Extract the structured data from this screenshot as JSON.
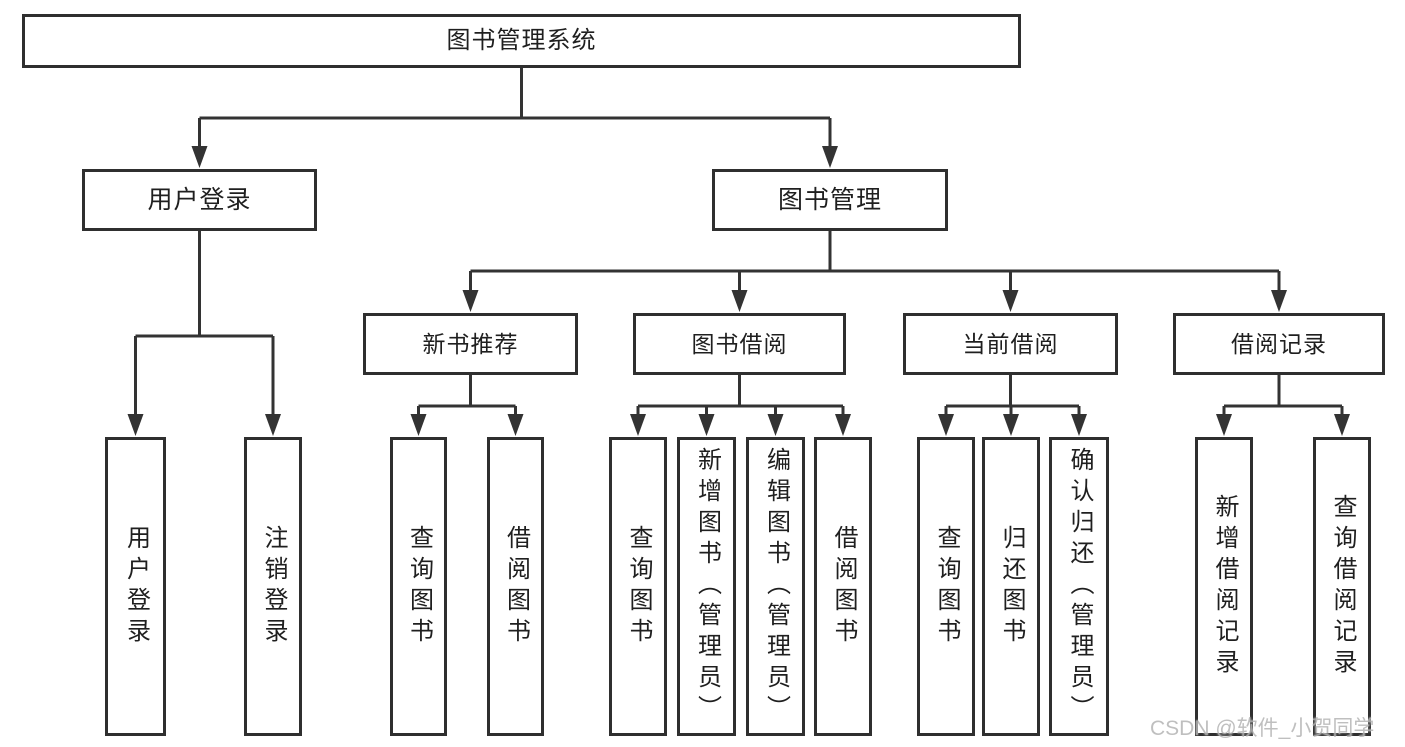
{
  "tree": {
    "root": {
      "label": "图书管理系统"
    },
    "level2": [
      {
        "label": "用户登录"
      },
      {
        "label": "图书管理"
      }
    ],
    "level3": [
      {
        "label": "新书推荐"
      },
      {
        "label": "图书借阅"
      },
      {
        "label": "当前借阅"
      },
      {
        "label": "借阅记录"
      }
    ],
    "leaves": {
      "user_login": [
        {
          "label": "用户登录"
        },
        {
          "label": "注销登录"
        }
      ],
      "new_book": [
        {
          "label": "查询图书"
        },
        {
          "label": "借阅图书"
        }
      ],
      "book_borrow": [
        {
          "label": "查询图书"
        },
        {
          "label": "新增图书（管理员）"
        },
        {
          "label": "编辑图书（管理员）"
        },
        {
          "label": "借阅图书"
        }
      ],
      "current_borrow": [
        {
          "label": "查询图书"
        },
        {
          "label": "归还图书"
        },
        {
          "label": "确认归还（管理员）"
        }
      ],
      "borrow_records": [
        {
          "label": "新增借阅记录"
        },
        {
          "label": "查询借阅记录"
        }
      ]
    }
  },
  "watermark": "CSDN @软件_小贺同学",
  "colors": {
    "line": "#333333",
    "border": "#2f2f2f",
    "text": "#1f1f1f",
    "watermark": "#b5b5b5",
    "background": "#ffffff"
  }
}
